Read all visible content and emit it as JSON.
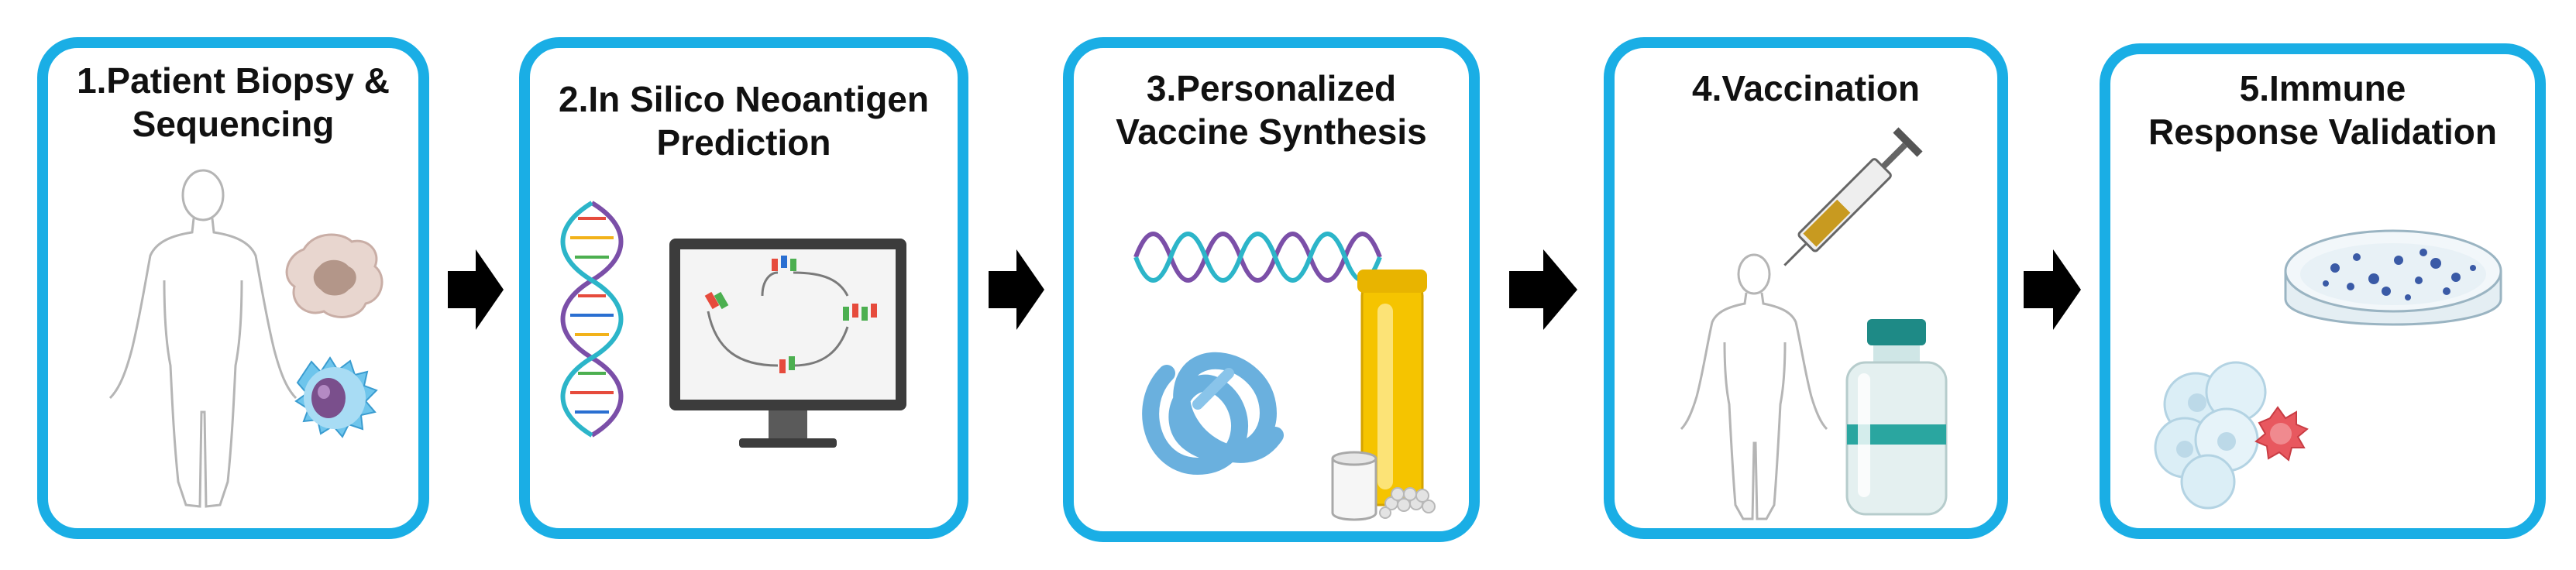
{
  "colors": {
    "frame": "#1aaee5",
    "arrow": "#000000",
    "title_text": "#111111"
  },
  "steps": [
    {
      "title": "1.Patient Biopsy &\nSequencing",
      "icons": [
        "human-outline-icon",
        "tumor-cell-icon",
        "immune-cell-icon"
      ]
    },
    {
      "title": "2.In Silico Neoantigen\nPrediction",
      "icons": [
        "dna-helix-icon",
        "computer-monitor-icon"
      ]
    },
    {
      "title": "3.Personalized\nVaccine Synthesis",
      "icons": [
        "mrna-strand-icon",
        "folded-protein-icon",
        "vaccine-tube-icon",
        "beaker-icon"
      ]
    },
    {
      "title": "4.Vaccination",
      "icons": [
        "syringe-icon",
        "human-outline-icon",
        "vaccine-vial-icon"
      ]
    },
    {
      "title": "5.Immune\nResponse Validation",
      "icons": [
        "petri-dish-icon",
        "cell-cluster-icon"
      ]
    }
  ],
  "arrows": [
    "arrow-right-icon",
    "arrow-right-icon",
    "arrow-right-icon",
    "arrow-right-icon"
  ]
}
